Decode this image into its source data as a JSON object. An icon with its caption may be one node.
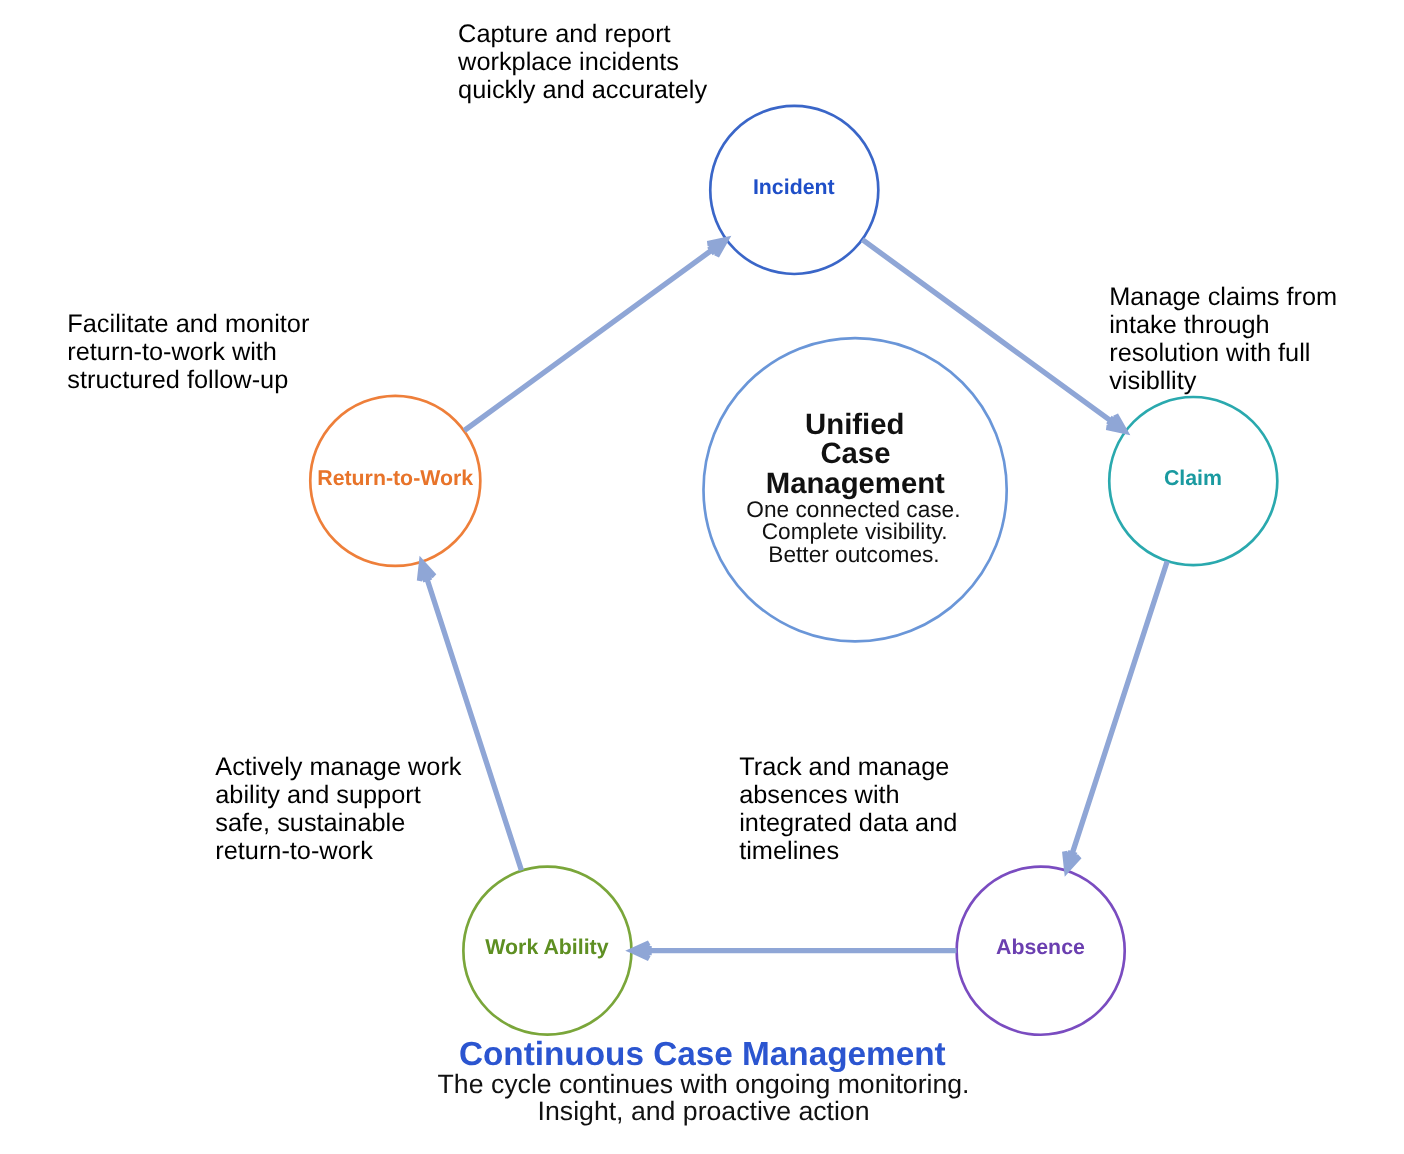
{
  "diagram": {
    "title": "Continuous Case Management",
    "caption": "The cycle continues with ongoing monitoring. Insight, and proactive action",
    "nodes": [
      {
        "text": [
          "Incident"
        ],
        "beside": [
          "Capture and report workplace incidents quickly and accurately"
        ]
      },
      {
        "text": [
          "Claim"
        ],
        "beside": [
          "Manage claims from intake through resolution with full visibllity"
        ]
      },
      {
        "text": [
          "Absence"
        ],
        "beside": [
          "Track and manage absences with integrated data and timelines"
        ]
      },
      {
        "text": [
          "Work Ability"
        ],
        "beside": [
          "Actively manage work ability and support safe, sustainable return-to-work"
        ]
      },
      {
        "text": [
          "Return-to-Work"
        ],
        "beside": [
          "Facilitate and monitor return-to-work with structured follow-up"
        ]
      },
      {
        "text": [
          "Unified Case Management",
          "One connected case. Complete visibility. Better outcomes."
        ]
      }
    ],
    "edges": [
      {
        "from": 0,
        "to": 1,
        "arrow": "to"
      },
      {
        "from": 1,
        "to": 2,
        "arrow": "to"
      },
      {
        "from": 2,
        "to": 3,
        "arrow": "to"
      },
      {
        "from": 3,
        "to": 4,
        "arrow": "to"
      },
      {
        "from": 4,
        "to": 0,
        "arrow": "to"
      }
    ]
  }
}
